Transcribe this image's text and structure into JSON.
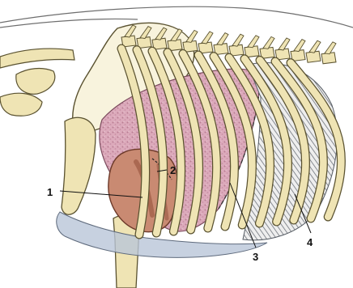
{
  "figure": {
    "labels": [
      {
        "id": "1",
        "text": "1"
      },
      {
        "id": "2",
        "text": "2"
      },
      {
        "id": "3",
        "text": "3"
      },
      {
        "id": "4",
        "text": "4"
      }
    ]
  },
  "colors": {
    "bone": "#efe4b4",
    "bone_outline": "#5a5230",
    "lung": "#d9a9b8",
    "lung_texture": "#a8657e",
    "heart": "#c98a72",
    "heart_dark": "#a8644e",
    "diaphragm": "#b9c6d8",
    "muscle": "#7f8691",
    "outline": "#3a3a3a",
    "skin": "#6e6e6e"
  }
}
